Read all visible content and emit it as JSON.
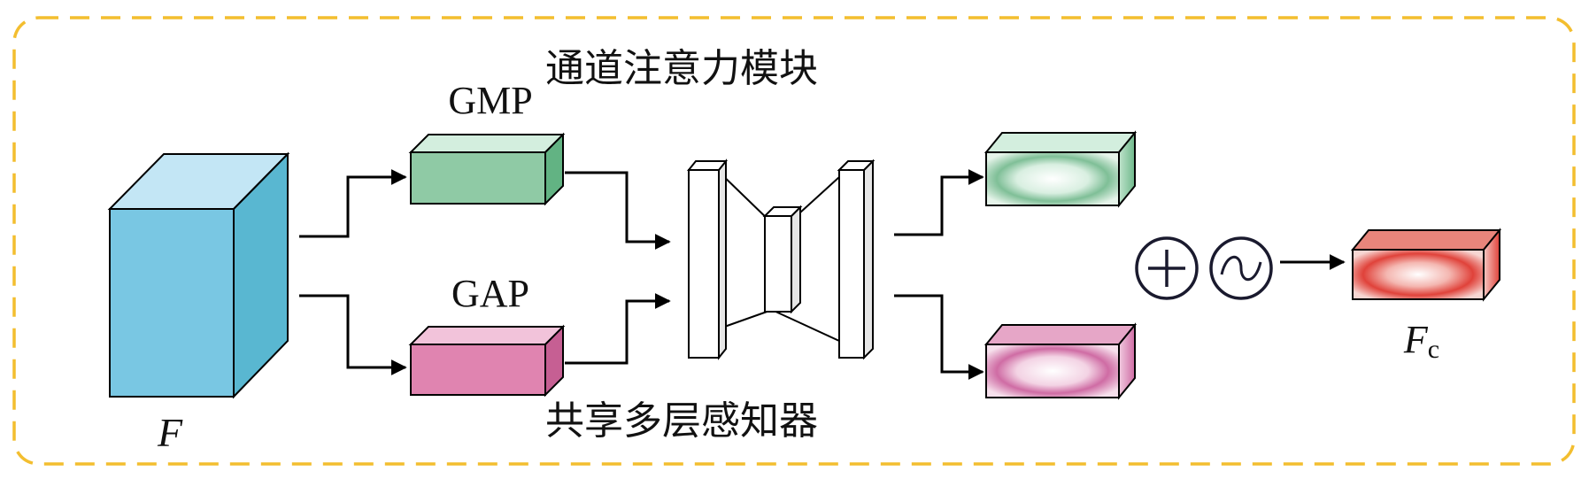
{
  "title": "通道注意力模块",
  "mlp_label": "共享多层感知器",
  "input_label": "F",
  "output_label": {
    "main": "F",
    "sub": "c"
  },
  "pool_labels": {
    "max": "GMP",
    "avg": "GAP"
  },
  "ops": {
    "add": "add-icon",
    "activation": "sigmoid-icon"
  },
  "colors": {
    "frame": "#f3be2f",
    "input_front": "#79c7e3",
    "input_top": "#c3e6f5",
    "input_side": "#59b7d1",
    "gmp_front": "#8fcaa5",
    "gmp_top": "#d3eede",
    "gmp_side": "#62b383",
    "gap_front": "#e084b0",
    "gap_top": "#f2c3da",
    "gap_side": "#c65f93",
    "out_max_ring": "#7fbf97",
    "out_avg_ring": "#cf6ca4",
    "out_final_ring": "#e0423a",
    "out_final_top": "#e8857b"
  }
}
